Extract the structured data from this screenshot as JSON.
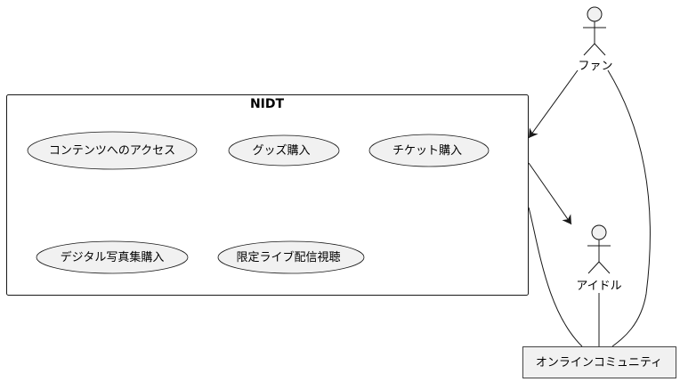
{
  "system": {
    "title": "NIDT"
  },
  "usecases": {
    "content_access": "コンテンツへのアクセス",
    "goods": "グッズ購入",
    "ticket": "チケット購入",
    "photobook": "デジタル写真集購入",
    "live": "限定ライブ配信視聴"
  },
  "actors": {
    "fan": "ファン",
    "idol": "アイドル"
  },
  "community": {
    "label": "オンラインコミュニティ"
  },
  "colors": {
    "usecase_fill": "#f1f1f1",
    "stroke": "#181818",
    "background": "#ffffff"
  }
}
